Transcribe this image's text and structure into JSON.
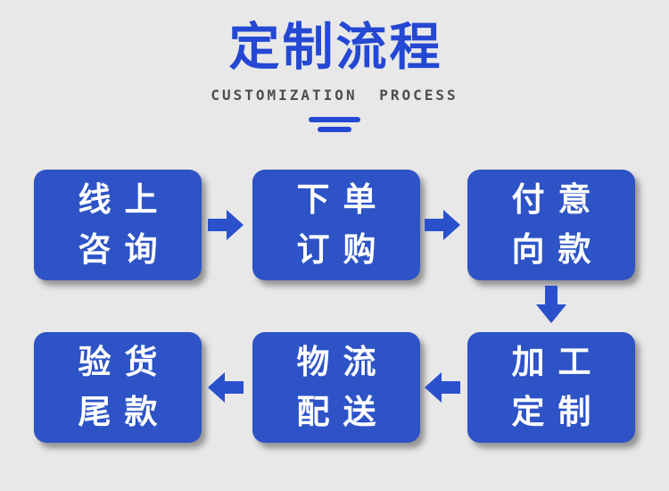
{
  "header": {
    "title": "定制流程",
    "subtitle": "CUSTOMIZATION PROCESS"
  },
  "colors": {
    "background": "#E8E8E8",
    "title_blue": "#2448D3",
    "box_blue": "#2D53C6",
    "arrow_blue": "#2A50CC",
    "box_text_white": "#FFFFFF",
    "subtitle_gray": "#4D4D4D"
  },
  "flow": {
    "rows": [
      {
        "arrow_direction": "right",
        "boxes": [
          {
            "line1": "线上",
            "line2": "咨询"
          },
          {
            "line1": "下单",
            "line2": "订购"
          },
          {
            "line1": "付意",
            "line2": "向款"
          }
        ]
      },
      {
        "arrow_direction": "left",
        "boxes": [
          {
            "line1": "验货",
            "line2": "尾款"
          },
          {
            "line1": "物流",
            "line2": "配送"
          },
          {
            "line1": "加工",
            "line2": "定制"
          }
        ]
      }
    ],
    "connector_between_rows": "down"
  }
}
